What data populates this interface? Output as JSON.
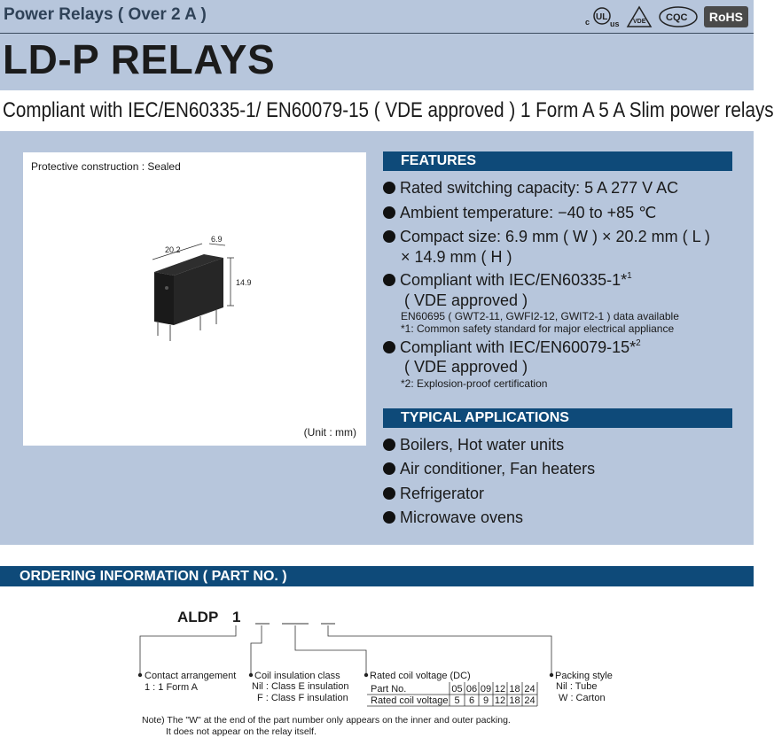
{
  "header": {
    "series_title": "Power Relays ( Over 2 A )",
    "product_title": "LD-P RELAYS",
    "subtitle": "Compliant with IEC/EN60335-1/ EN60079-15 ( VDE approved ) 1 Form A 5 A Slim power relays",
    "logos": {
      "ul": "c UL us",
      "vde": "VDE",
      "cqc": "CQC",
      "rohs": "RoHS"
    }
  },
  "image_panel": {
    "protective": "Protective construction : Sealed",
    "unit_note": "(Unit : mm)",
    "dims": {
      "length": "20.2",
      "width": "6.9",
      "height": "14.9"
    }
  },
  "features": {
    "heading": "FEATURES",
    "rated": "Rated switching capacity: 5 A 277 V AC",
    "ambient": "Ambient temperature: −40 to +85 ℃",
    "compact_1": "Compact size: 6.9 mm ( W ) × 20.2 mm ( L )",
    "compact_2": "× 14.9 mm ( H )",
    "iec1_a": "Compliant with IEC/EN60335-1*",
    "iec1_sup": "1",
    "iec1_b": "( VDE approved )",
    "iec1_note1": "EN60695 ( GWT2-11, GWFI2-12, GWIT2-1 ) data available",
    "iec1_note2": "*1: Common safety standard for major electrical appliance",
    "iec2_a": "Compliant with IEC/EN60079-15*",
    "iec2_sup": "2",
    "iec2_b": "( VDE approved )",
    "iec2_note": "*2: Explosion-proof certification"
  },
  "applications": {
    "heading": "TYPICAL APPLICATIONS",
    "items": [
      "Boilers, Hot water units",
      "Air conditioner, Fan heaters",
      "Refrigerator",
      "Microwave ovens"
    ]
  },
  "ordering": {
    "heading": "ORDERING INFORMATION ( PART NO. )",
    "part_prefix": "ALDP",
    "part_digit": "1",
    "contact_title": "Contact arrangement",
    "contact_val": "1 : 1 Form A",
    "coil_title": "Coil insulation class",
    "coil_nil": "Nil : Class E insulation",
    "coil_f": "F : Class F insulation",
    "voltage_title": "Rated coil voltage (DC)",
    "voltage_row1_label": "Part No.",
    "voltage_row1": [
      "05",
      "06",
      "09",
      "12",
      "18",
      "24"
    ],
    "voltage_row2_label": "Rated coil voltage",
    "voltage_row2": [
      "5",
      "6",
      "9",
      "12",
      "18",
      "24"
    ],
    "packing_title": "Packing style",
    "packing_nil": "Nil : Tube",
    "packing_w": "W : Carton",
    "note1": "Note) The \"W\" at the end of the part number only appears on the inner and outer packing.",
    "note2": "It does not appear on the relay itself."
  }
}
